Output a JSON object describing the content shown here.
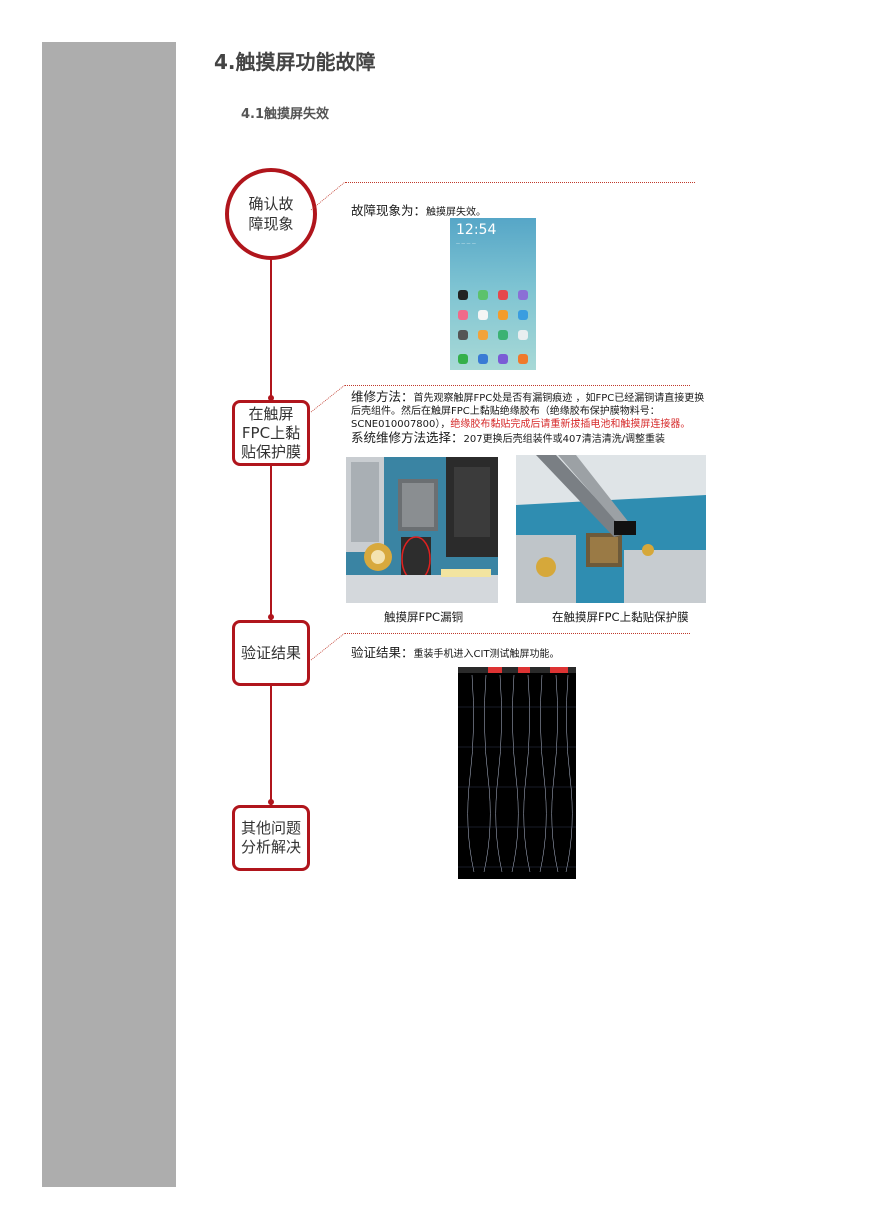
{
  "heading": "4.触摸屏功能故障",
  "subheading": "4.1触摸屏失效",
  "flow": {
    "step1": "确认故障现象",
    "step2": "在触屏FPC上黏贴保护膜",
    "step3": "验证结果",
    "step4": "其他问题分析解决"
  },
  "symptom": {
    "label": "故障现象为：",
    "text": "触摸屏失效。"
  },
  "phone_screen": {
    "clock": "12:54"
  },
  "repair": {
    "label": "维修方法：",
    "text": "首先观察触屏FPC处是否有漏铜痕迹 ，如FPC已经漏铜请直接更换后壳组件。然后在触屏FPC上黏贴绝缘胶布（绝缘胶布保护膜物料号：SCNE010007800），",
    "warning": "绝缘胶布黏贴完成后请重新拔插电池和触摸屏连接器。",
    "system_label": "系统维修方法选择：",
    "system_text": "207更换后壳组装件或407清洁清洗/调整重装"
  },
  "photos": {
    "left_caption": "触摸屏FPC漏铜",
    "right_caption": "在触摸屏FPC上黏贴保护膜"
  },
  "verify": {
    "label": "验证结果：",
    "text": "重装手机进入CIT测试触屏功能。"
  },
  "colors": {
    "accent": "#b0151c",
    "warning": "#d62b2b",
    "sidebar": "#adadad"
  }
}
